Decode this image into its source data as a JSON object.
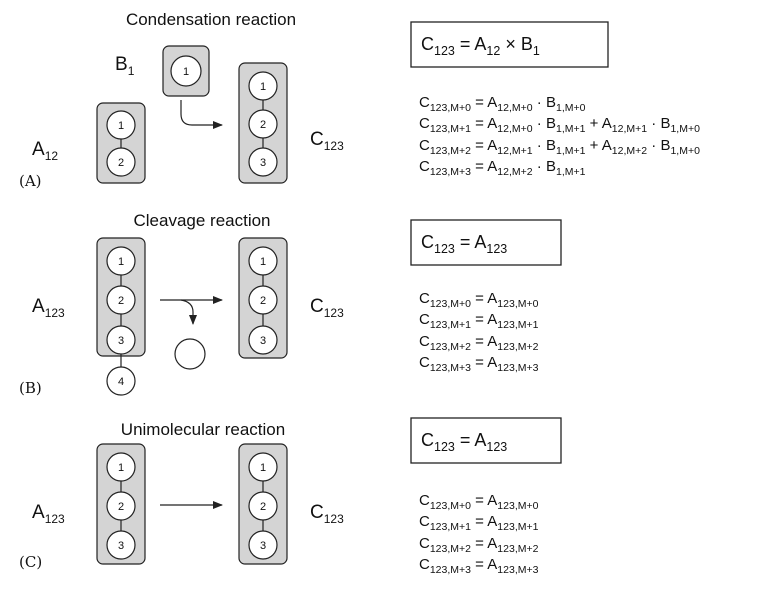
{
  "panels": [
    {
      "id": "A",
      "title": "Condensation reaction",
      "panel_label": "(A)",
      "reactant_left": {
        "name": "A",
        "sub": "12",
        "atoms": [
          "1",
          "2"
        ]
      },
      "reactant_top": {
        "name": "B",
        "sub": "1",
        "atoms": [
          "1"
        ]
      },
      "product": {
        "name": "C",
        "sub": "123",
        "atoms": [
          "1",
          "2",
          "3"
        ]
      },
      "main_equation": {
        "lhs": "C",
        "lhs_sub": "123",
        "eq": " = ",
        "t1": "A",
        "t1_sub": "12",
        "op": " × ",
        "t2": "B",
        "t2_sub": "1"
      },
      "equations": [
        {
          "lhs": "C",
          "lhs_sub": "123,M+0",
          "terms": [
            "A",
            "12,M+0",
            "B",
            "1,M+0"
          ],
          "terms2": null
        },
        {
          "lhs": "C",
          "lhs_sub": "123,M+1",
          "terms": [
            "A",
            "12,M+0",
            "B",
            "1,M+1"
          ],
          "terms2": [
            "A",
            "12,M+1",
            "B",
            "1,M+0"
          ]
        },
        {
          "lhs": "C",
          "lhs_sub": "123,M+2",
          "terms": [
            "A",
            "12,M+1",
            "B",
            "1,M+1"
          ],
          "terms2": [
            "A",
            "12,M+2",
            "B",
            "1,M+0"
          ]
        },
        {
          "lhs": "C",
          "lhs_sub": "123,M+3",
          "terms": [
            "A",
            "12,M+2",
            "B",
            "1,M+1"
          ],
          "terms2": null
        }
      ]
    },
    {
      "id": "B",
      "title": "Cleavage reaction",
      "panel_label": "(B)",
      "reactant_left": {
        "name": "A",
        "sub": "123",
        "atoms": [
          "1",
          "2",
          "3",
          "4"
        ]
      },
      "product": {
        "name": "C",
        "sub": "123",
        "atoms": [
          "1",
          "2",
          "3"
        ]
      },
      "main_equation": {
        "lhs": "C",
        "lhs_sub": "123",
        "eq": " = ",
        "t1": "A",
        "t1_sub": "123"
      },
      "equations": [
        {
          "lhs": "C",
          "lhs_sub": "123,M+0",
          "rhs": "A",
          "rhs_sub": "123,M+0"
        },
        {
          "lhs": "C",
          "lhs_sub": "123,M+1",
          "rhs": "A",
          "rhs_sub": "123,M+1"
        },
        {
          "lhs": "C",
          "lhs_sub": "123,M+2",
          "rhs": "A",
          "rhs_sub": "123,M+2"
        },
        {
          "lhs": "C",
          "lhs_sub": "123,M+3",
          "rhs": "A",
          "rhs_sub": "123,M+3"
        }
      ]
    },
    {
      "id": "C",
      "title": "Unimolecular reaction",
      "panel_label": "(C)",
      "reactant_left": {
        "name": "A",
        "sub": "123",
        "atoms": [
          "1",
          "2",
          "3"
        ]
      },
      "product": {
        "name": "C",
        "sub": "123",
        "atoms": [
          "1",
          "2",
          "3"
        ]
      },
      "main_equation": {
        "lhs": "C",
        "lhs_sub": "123",
        "eq": " = ",
        "t1": "A",
        "t1_sub": "123"
      },
      "equations": [
        {
          "lhs": "C",
          "lhs_sub": "123,M+0",
          "rhs": "A",
          "rhs_sub": "123,M+0"
        },
        {
          "lhs": "C",
          "lhs_sub": "123,M+1",
          "rhs": "A",
          "rhs_sub": "123,M+1"
        },
        {
          "lhs": "C",
          "lhs_sub": "123,M+2",
          "rhs": "A",
          "rhs_sub": "123,M+2"
        },
        {
          "lhs": "C",
          "lhs_sub": "123,M+3",
          "rhs": "A",
          "rhs_sub": "123,M+3"
        }
      ]
    }
  ],
  "symbols": {
    "equals": " = ",
    "dot": " · ",
    "plus": "  +  "
  },
  "colors": {
    "box_fill": "#d4d4d4",
    "stroke": "#222222",
    "atom_fill": "#ffffff"
  }
}
